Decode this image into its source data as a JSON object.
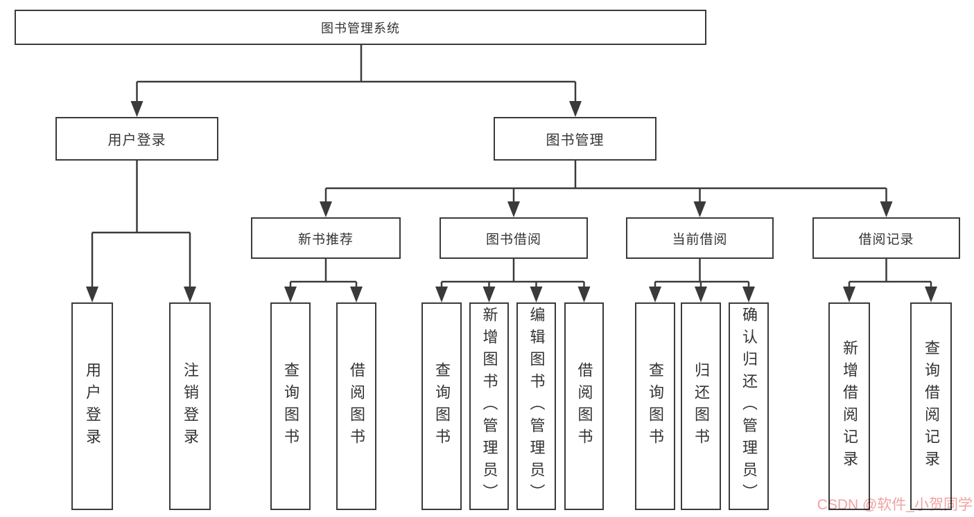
{
  "diagram": {
    "title": "图书管理系统",
    "root": {
      "label": "图书管理系统"
    },
    "level2": [
      {
        "label": "用户登录"
      },
      {
        "label": "图书管理"
      }
    ],
    "level3": [
      {
        "label": "新书推荐"
      },
      {
        "label": "图书借阅"
      },
      {
        "label": "当前借阅"
      },
      {
        "label": "借阅记录"
      }
    ],
    "leaves": {
      "user_login": [
        {
          "label": "用户登录"
        },
        {
          "label": "注销登录"
        }
      ],
      "new_book_recommend": [
        {
          "label": "查询图书"
        },
        {
          "label": "借阅图书"
        }
      ],
      "book_borrow": [
        {
          "label": "查询图书"
        },
        {
          "label": "新增图书（管理员）"
        },
        {
          "label": "编辑图书（管理员）"
        },
        {
          "label": "借阅图书"
        }
      ],
      "current_borrow": [
        {
          "label": "查询图书"
        },
        {
          "label": "归还图书"
        },
        {
          "label": "确认归还（管理员）"
        }
      ],
      "borrow_record": [
        {
          "label": "新增借阅记录"
        },
        {
          "label": "查询借阅记录"
        }
      ]
    },
    "colors": {
      "line": "#3a3a3a",
      "box_border": "#3a3a3a",
      "text": "#333333",
      "background": "#ffffff",
      "watermark": "#f0a2a2"
    }
  },
  "watermark": {
    "text": "CSDN @软件_小贺同学"
  }
}
